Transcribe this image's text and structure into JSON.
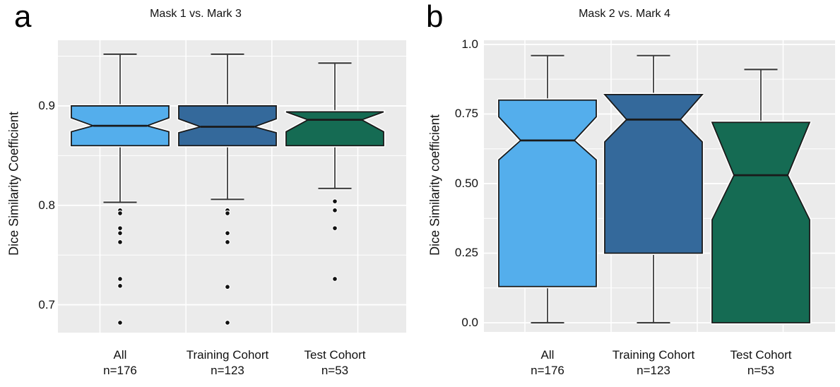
{
  "figure": {
    "background": "#ffffff",
    "panel_background": "#EBEBEB",
    "grid_color": "#ffffff",
    "box_outline": "#1a1a1a",
    "whisker_color": "#3d3d3d",
    "outlier_color": "#111111"
  },
  "chart_data": [
    {
      "type": "boxplot-notched",
      "panel_letter": "a",
      "title": "Mask 1 vs. Mark 3",
      "ylabel": "Dice Similarity Coefficient",
      "ylim": [
        0.672,
        0.966
      ],
      "grid": true,
      "yticks": [
        {
          "value": 0.7,
          "label": "0.7"
        },
        {
          "value": 0.8,
          "label": "0.8"
        },
        {
          "value": 0.9,
          "label": "0.9"
        }
      ],
      "minor_yticks": [
        0.75,
        0.85,
        0.95
      ],
      "categories": [
        {
          "label": "All",
          "n_label": "n=176"
        },
        {
          "label": "Training Cohort",
          "n_label": "n=123"
        },
        {
          "label": "Test Cohort",
          "n_label": "n=53"
        }
      ],
      "boxes": [
        {
          "name": "All",
          "color": "#54AEEC",
          "whisker_low": 0.803,
          "q1": 0.86,
          "median": 0.88,
          "q3": 0.9,
          "whisker_high": 0.952,
          "notch_low": 0.874,
          "notch_high": 0.888,
          "outliers": [
            0.795,
            0.792,
            0.777,
            0.772,
            0.763,
            0.726,
            0.719,
            0.682
          ]
        },
        {
          "name": "Training Cohort",
          "color": "#34699B",
          "whisker_low": 0.806,
          "q1": 0.86,
          "median": 0.879,
          "q3": 0.9,
          "whisker_high": 0.952,
          "notch_low": 0.873,
          "notch_high": 0.887,
          "outliers": [
            0.795,
            0.792,
            0.772,
            0.763,
            0.718,
            0.682
          ]
        },
        {
          "name": "Test Cohort",
          "color": "#156B53",
          "whisker_low": 0.817,
          "q1": 0.86,
          "median": 0.886,
          "q3": 0.894,
          "whisker_high": 0.943,
          "notch_low": 0.874,
          "notch_high": 0.903,
          "outliers": [
            0.804,
            0.795,
            0.777,
            0.726
          ]
        }
      ]
    },
    {
      "type": "boxplot-notched",
      "panel_letter": "b",
      "title": "Mask 2 vs. Mark 4",
      "ylabel": "Dice Similarity coefficient",
      "ylim": [
        -0.033,
        1.015
      ],
      "grid": true,
      "yticks": [
        {
          "value": 0.0,
          "label": "0.0"
        },
        {
          "value": 0.25,
          "label": "0.25"
        },
        {
          "value": 0.5,
          "label": "0.50"
        },
        {
          "value": 0.75,
          "label": "0.75"
        },
        {
          "value": 1.0,
          "label": "1.0"
        }
      ],
      "minor_yticks": [
        0.125,
        0.375,
        0.625,
        0.875
      ],
      "categories": [
        {
          "label": "All",
          "n_label": "n=176"
        },
        {
          "label": "Training Cohort",
          "n_label": "n=123"
        },
        {
          "label": "Test Cohort",
          "n_label": "n=53"
        }
      ],
      "boxes": [
        {
          "name": "All",
          "color": "#54AEEC",
          "whisker_low": 0.0,
          "q1": 0.13,
          "median": 0.655,
          "q3": 0.8,
          "whisker_high": 0.96,
          "notch_low": 0.585,
          "notch_high": 0.74,
          "outliers": []
        },
        {
          "name": "Training Cohort",
          "color": "#34699B",
          "whisker_low": 0.0,
          "q1": 0.25,
          "median": 0.73,
          "q3": 0.82,
          "whisker_high": 0.96,
          "notch_low": 0.65,
          "notch_high": 0.89,
          "outliers": []
        },
        {
          "name": "Test Cohort",
          "color": "#156B53",
          "whisker_low": null,
          "q1": 0.0,
          "median": 0.53,
          "q3": 0.72,
          "whisker_high": 0.91,
          "notch_low": 0.37,
          "notch_high": 0.86,
          "outliers": []
        }
      ]
    }
  ]
}
